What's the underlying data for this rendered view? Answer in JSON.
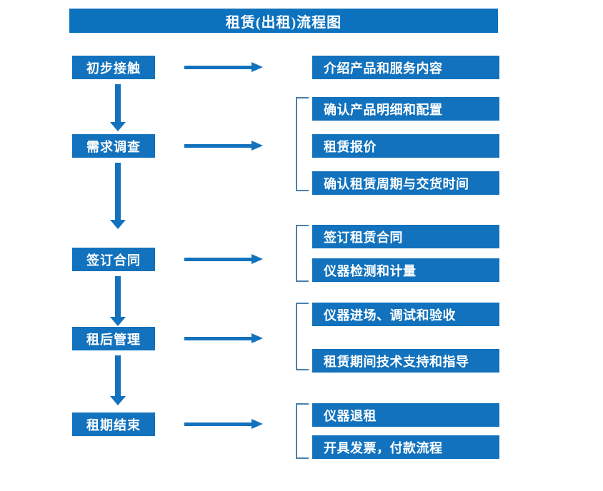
{
  "diagram": {
    "title": "租赁(出租)流程图",
    "theme": {
      "box_color": "#1272bd",
      "title_color": "#0d72be",
      "arrow_color": "#1272bd",
      "bracket_color": "#4b7fae",
      "text_color": "#ffffff",
      "background": "#ffffff"
    },
    "stages": [
      {
        "label": "初步接触",
        "arrow_icon": "right-arrow-icon",
        "has_bracket": false,
        "details": [
          {
            "label": "介绍产品和服务内容"
          }
        ]
      },
      {
        "label": "需求调查",
        "arrow_icon": "right-arrow-icon",
        "has_bracket": true,
        "details": [
          {
            "label": "确认产品明细和配置"
          },
          {
            "label": "租赁报价"
          },
          {
            "label": "确认租赁周期与交货时间"
          }
        ]
      },
      {
        "label": "签订合同",
        "arrow_icon": "right-arrow-icon",
        "has_bracket": true,
        "details": [
          {
            "label": "签订租赁合同"
          },
          {
            "label": "仪器检测和计量"
          }
        ]
      },
      {
        "label": "租后管理",
        "arrow_icon": "right-arrow-icon",
        "has_bracket": true,
        "details": [
          {
            "label": "仪器进场、调试和验收"
          },
          {
            "label": "租赁期间技术支持和指导"
          }
        ]
      },
      {
        "label": "租期结束",
        "arrow_icon": "right-arrow-icon",
        "has_bracket": true,
        "details": [
          {
            "label": "仪器退租"
          },
          {
            "label": "开具发票，付款流程"
          }
        ]
      }
    ],
    "connectors": [
      {
        "icon": "down-arrow-icon",
        "from": "初步接触",
        "to": "需求调查"
      },
      {
        "icon": "down-arrow-icon",
        "from": "需求调查",
        "to": "签订合同"
      },
      {
        "icon": "down-arrow-icon",
        "from": "签订合同",
        "to": "租后管理"
      },
      {
        "icon": "down-arrow-icon",
        "from": "租后管理",
        "to": "租期结束"
      }
    ]
  }
}
